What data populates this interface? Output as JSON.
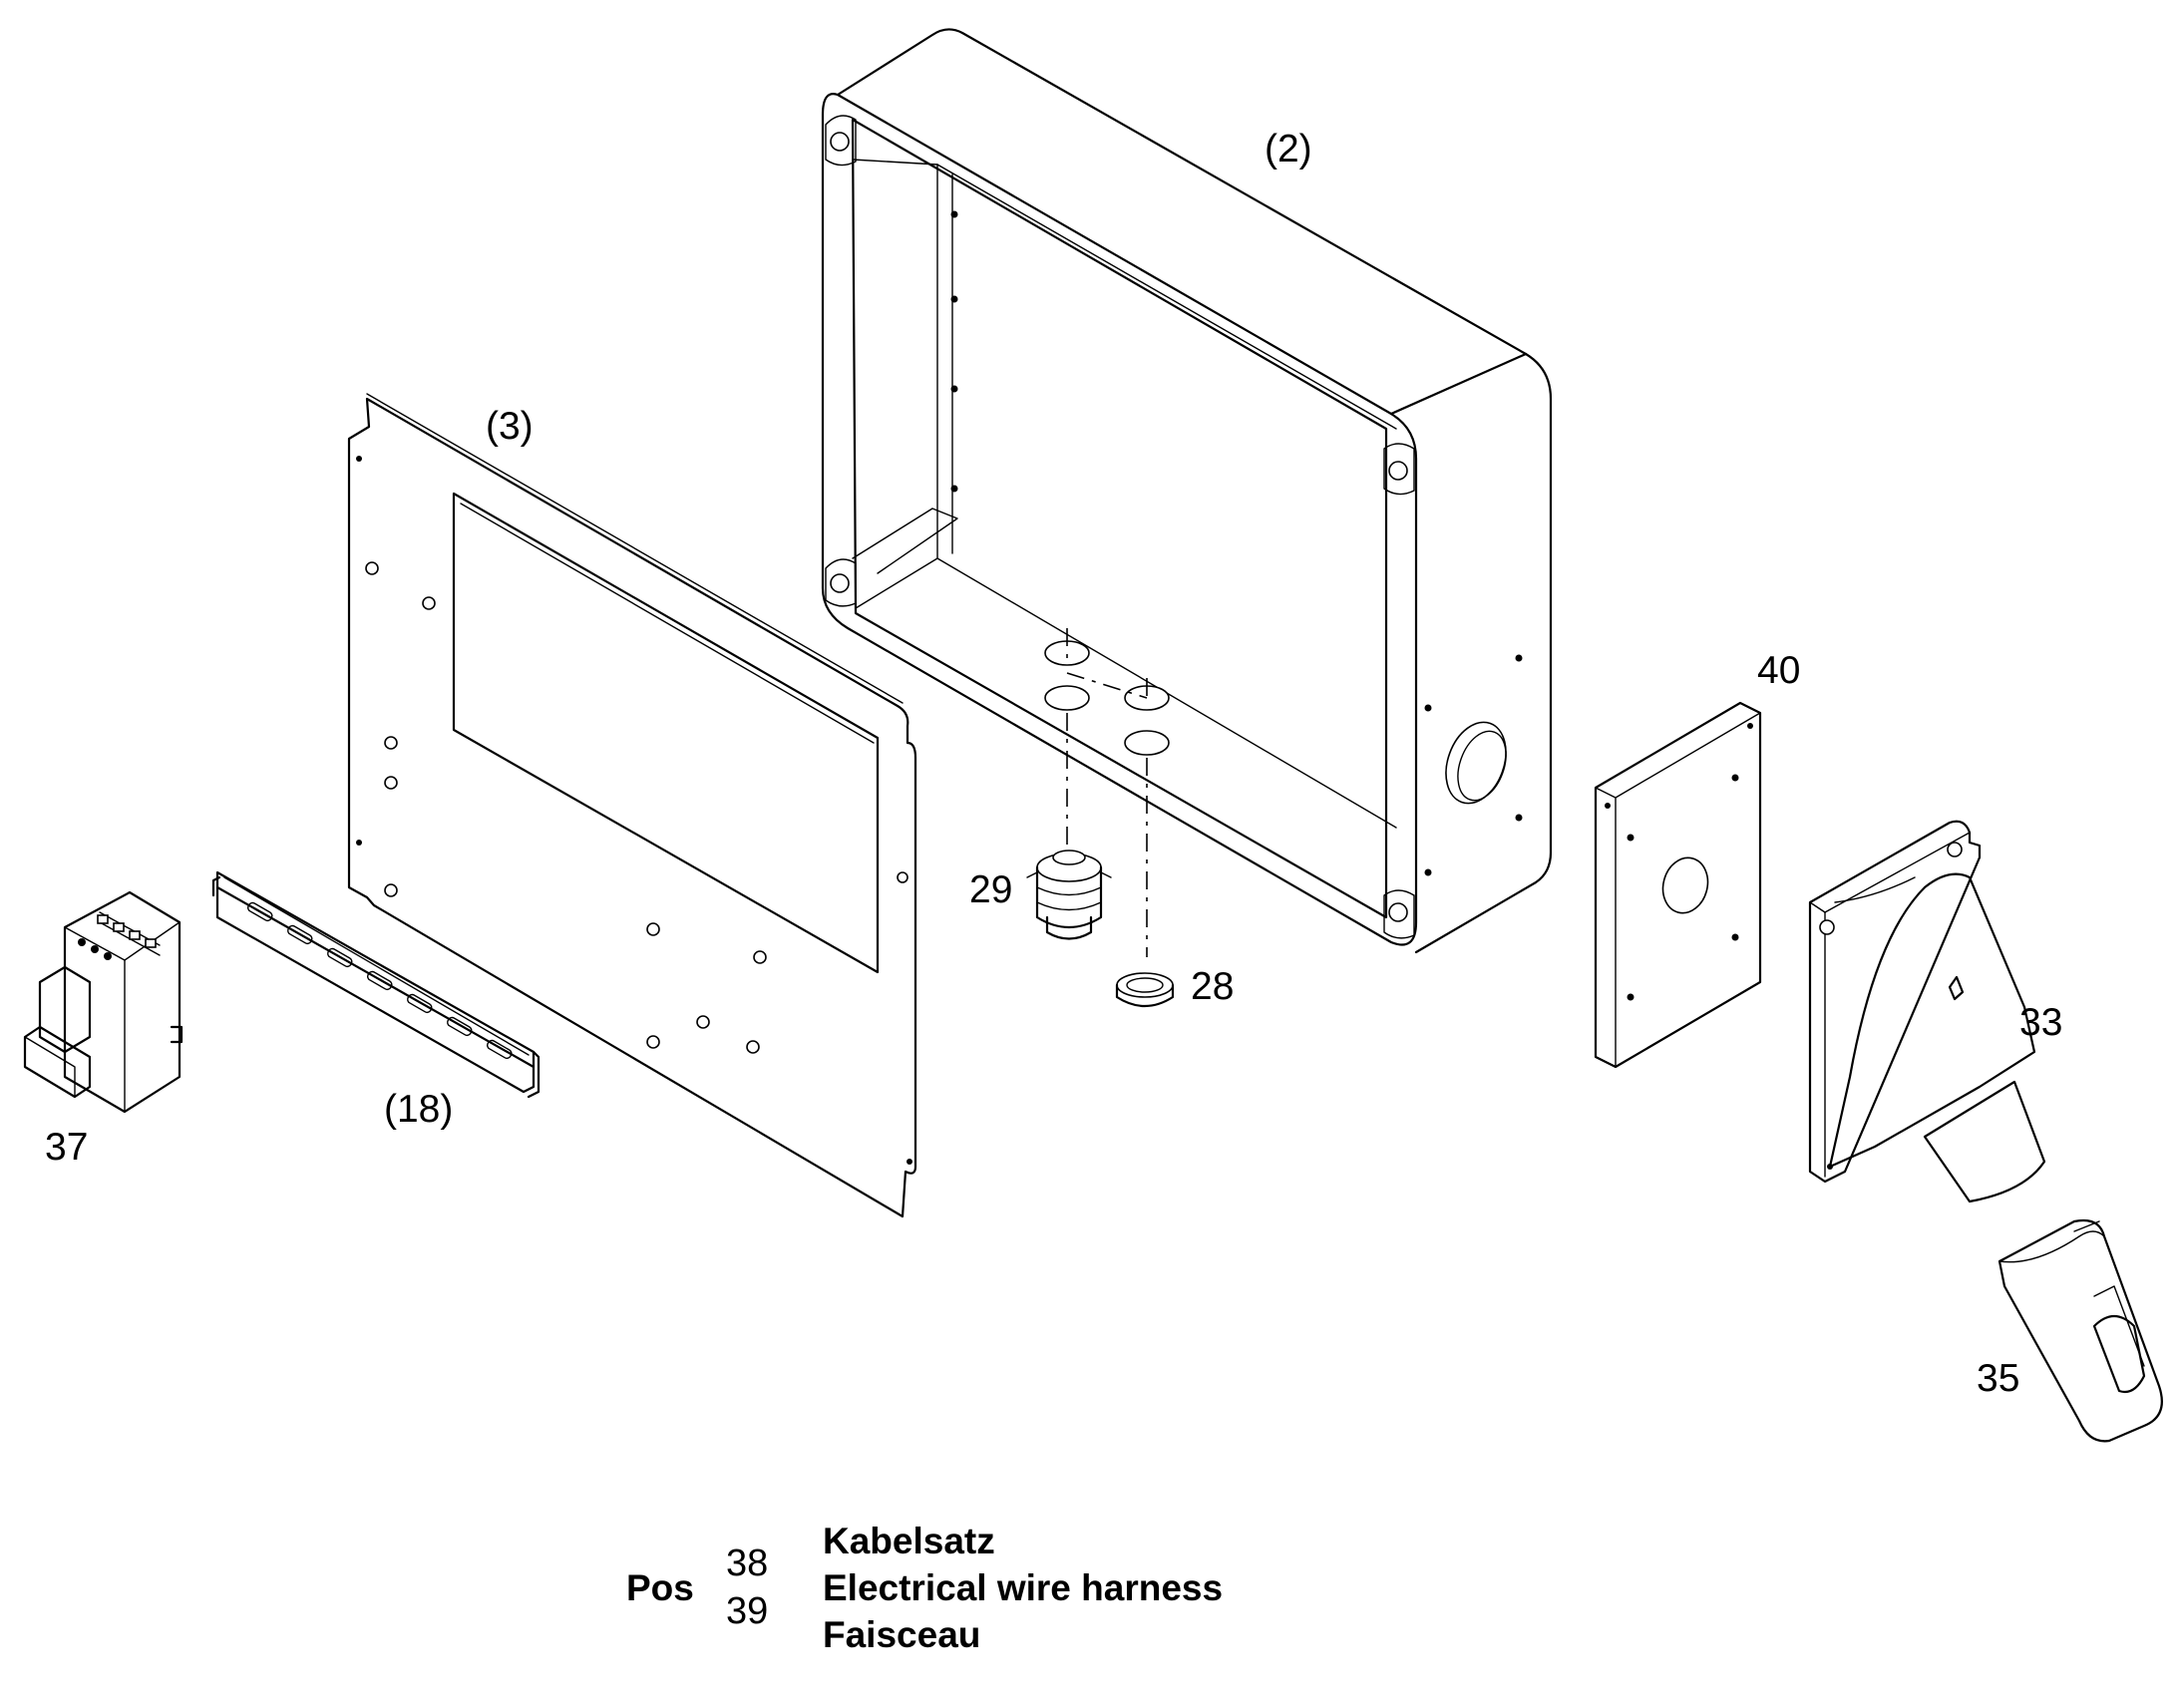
{
  "labels": {
    "p2": "(2)",
    "p3": "(3)",
    "p18": "(18)",
    "p28": "28",
    "p29": "29",
    "p33": "33",
    "p35": "35",
    "p37": "37",
    "p40": "40"
  },
  "legend": {
    "pos": "Pos",
    "num1": "38",
    "num2": "39",
    "line1": "Kabelsatz",
    "line2": "Electrical wire harness",
    "line3": "Faisceau"
  }
}
